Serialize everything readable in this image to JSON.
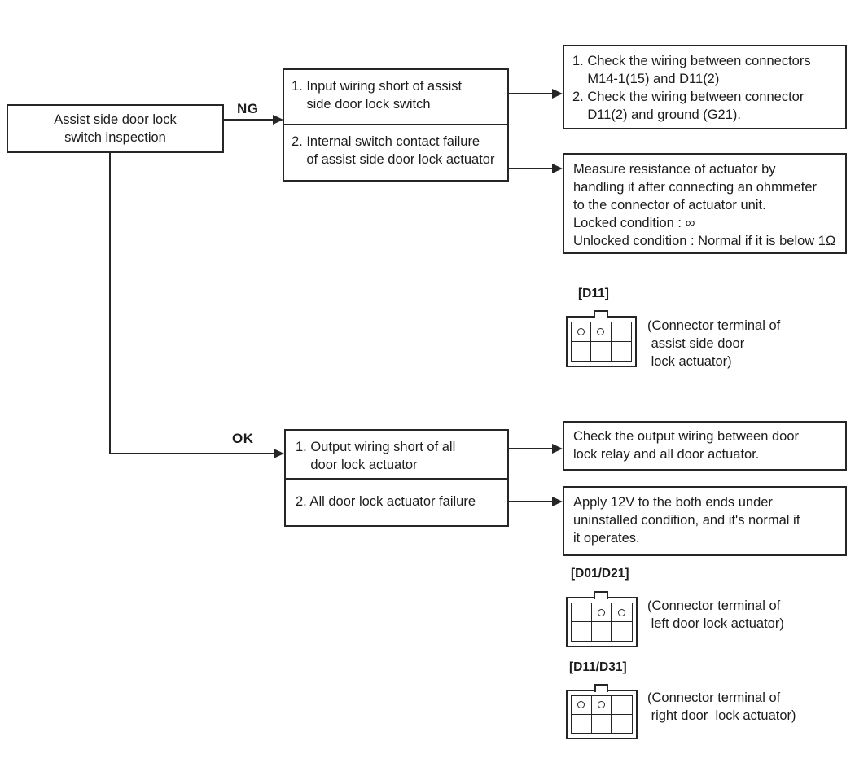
{
  "flowchart": {
    "start": "Assist side door lock\nswitch inspection",
    "branch_ng": "NG",
    "branch_ok": "OK",
    "ng_cause_1": "1. Input wiring short of assist\n    side door lock switch",
    "ng_cause_2": "2. Internal switch contact failure\n    of assist side door lock actuator",
    "ng_action_wiring": "1. Check the wiring between connectors\n    M14-1(15) and D11(2)\n2. Check the wiring between connector\n    D11(2) and ground (G21).",
    "ng_action_resistance": "Measure resistance of actuator by\nhandling it after connecting an ohmmeter\nto the connector of actuator unit.\nLocked condition : ∞\nUnlocked condition : Normal if it is below 1Ω",
    "ok_cause_1": "1. Output wiring short of all\n    door lock actuator",
    "ok_cause_2": "2. All door lock actuator failure",
    "ok_action_wiring": "Check the output wiring between door\nlock relay and all door actuator.",
    "ok_action_apply": "Apply 12V to the both ends under\nuninstalled condition, and it's normal if\nit operates."
  },
  "connectors": {
    "d11": {
      "id": "[D11]",
      "caption": "(Connector terminal of\n assist side door\n lock actuator)",
      "pins": [
        1,
        2
      ]
    },
    "d01_d21": {
      "id": "[D01/D21]",
      "caption": "(Connector terminal of\n left door lock actuator)",
      "pins": [
        2,
        3
      ]
    },
    "d11_d31": {
      "id": "[D11/D31]",
      "caption": "(Connector terminal of\n right door  lock actuator)",
      "pins": [
        1,
        2
      ]
    }
  },
  "colors": {
    "ink": "#262626",
    "background": "#ffffff"
  }
}
